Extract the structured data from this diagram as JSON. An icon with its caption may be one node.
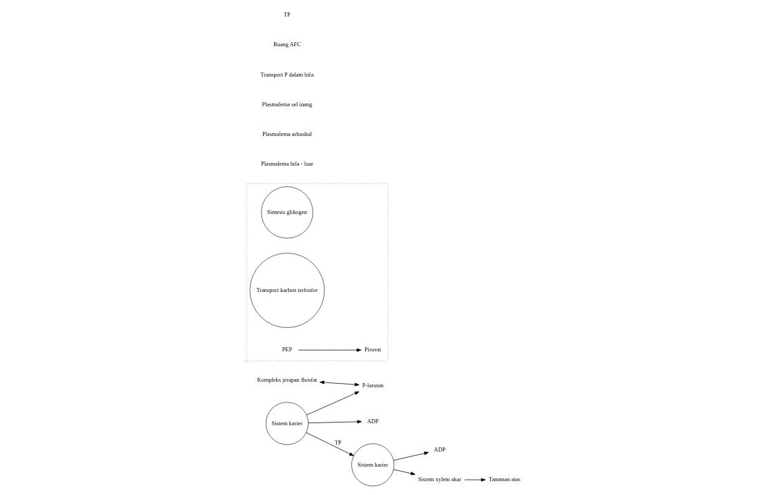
{
  "diagram": {
    "nodes": [
      {
        "text": [
          "Kompleks jerapan fhosfat"
        ]
      },
      {
        "text": [
          "P-larutan"
        ]
      },
      {
        "text": [
          "Sistem karier"
        ]
      },
      {
        "text": [
          "ADP"
        ]
      },
      {
        "text": [
          "Sistem karier"
        ]
      },
      {
        "text": [
          "ADP"
        ]
      },
      {
        "text": [
          "Sistem xylem akar"
        ]
      },
      {
        "text": [
          "Tanaman atas"
        ]
      },
      {
        "text": [],
        "shape": "box"
      },
      {
        "text": [
          "Sintesis glikogen"
        ],
        "in": 8
      },
      {
        "text": [
          "Transport karbon terfosfor"
        ],
        "in": 8
      },
      {
        "text": [
          "PEP"
        ],
        "in": 8
      },
      {
        "text": [
          "Piruvat"
        ],
        "in": 8
      }
    ],
    "edges": [
      {
        "from": 0,
        "to": 1,
        "arrow": "both"
      },
      {
        "from": 2,
        "to": 1,
        "arrow": "to"
      },
      {
        "from": 2,
        "to": 3,
        "arrow": "to"
      },
      {
        "from": 2,
        "to": 4,
        "arrow": "to",
        "label": "TP"
      },
      {
        "from": 4,
        "to": 5,
        "arrow": "to"
      },
      {
        "from": 4,
        "to": 6,
        "arrow": "to"
      },
      {
        "from": 6,
        "to": 7,
        "arrow": "to"
      },
      {
        "from": 11,
        "to": 12,
        "arrow": "to"
      }
    ],
    "labels": [
      "Plasmalema hifa - luar",
      "Plasmalema arbuskul",
      "Plasmalema sel inang",
      "Transport P dalam hifa",
      "Ruang AFC",
      "TP"
    ]
  }
}
